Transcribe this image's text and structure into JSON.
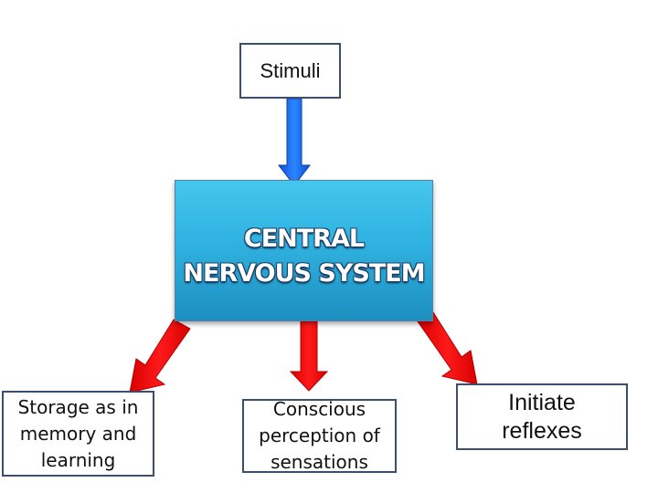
{
  "stimuli": {
    "label": "Stimuli"
  },
  "cns": {
    "line1": "CENTRAL",
    "line2": "NERVOUS SYSTEM"
  },
  "outputs": [
    {
      "lines": [
        "Storage as in",
        "memory and",
        "learning"
      ]
    },
    {
      "lines": [
        "Conscious",
        "perception of",
        "sensations"
      ]
    },
    {
      "lines": [
        "Initiate",
        "reflexes"
      ]
    }
  ],
  "colors": {
    "input_arrow": "#1f6ff0",
    "output_arrow": "#ff0000",
    "cns_fill": "#34b8e6",
    "box_border": "#3b4f6b"
  }
}
